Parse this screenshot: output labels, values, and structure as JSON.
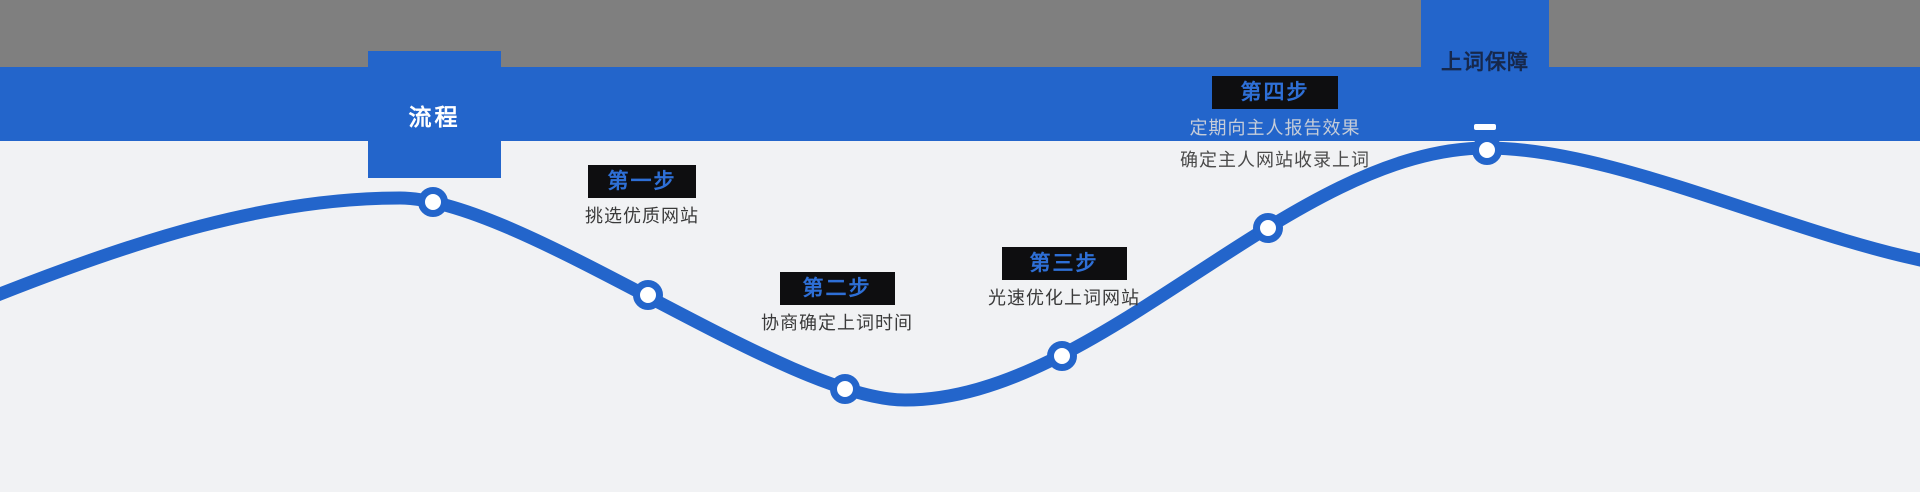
{
  "colors": {
    "band_blue": "#2365cb",
    "band_gray": "#7f7f7f",
    "background": "#f1f2f4",
    "step_box_bg": "#0e0e10",
    "step_title_blue": "#2e6fd6",
    "curve_blue": "#2365cb",
    "node_fill": "#ffffff"
  },
  "header": {
    "left_box_label": "流程",
    "right_box_label": "上词保障"
  },
  "steps": [
    {
      "title": "第一步",
      "lines": [
        "挑选优质网站"
      ]
    },
    {
      "title": "第二步",
      "lines": [
        "协商确定上词时间"
      ]
    },
    {
      "title": "第三步",
      "lines": [
        "光速优化上词网站"
      ]
    },
    {
      "title": "第四步",
      "lines": [
        "定期向主人报告效果",
        "确定主人网站收录上词"
      ]
    }
  ]
}
